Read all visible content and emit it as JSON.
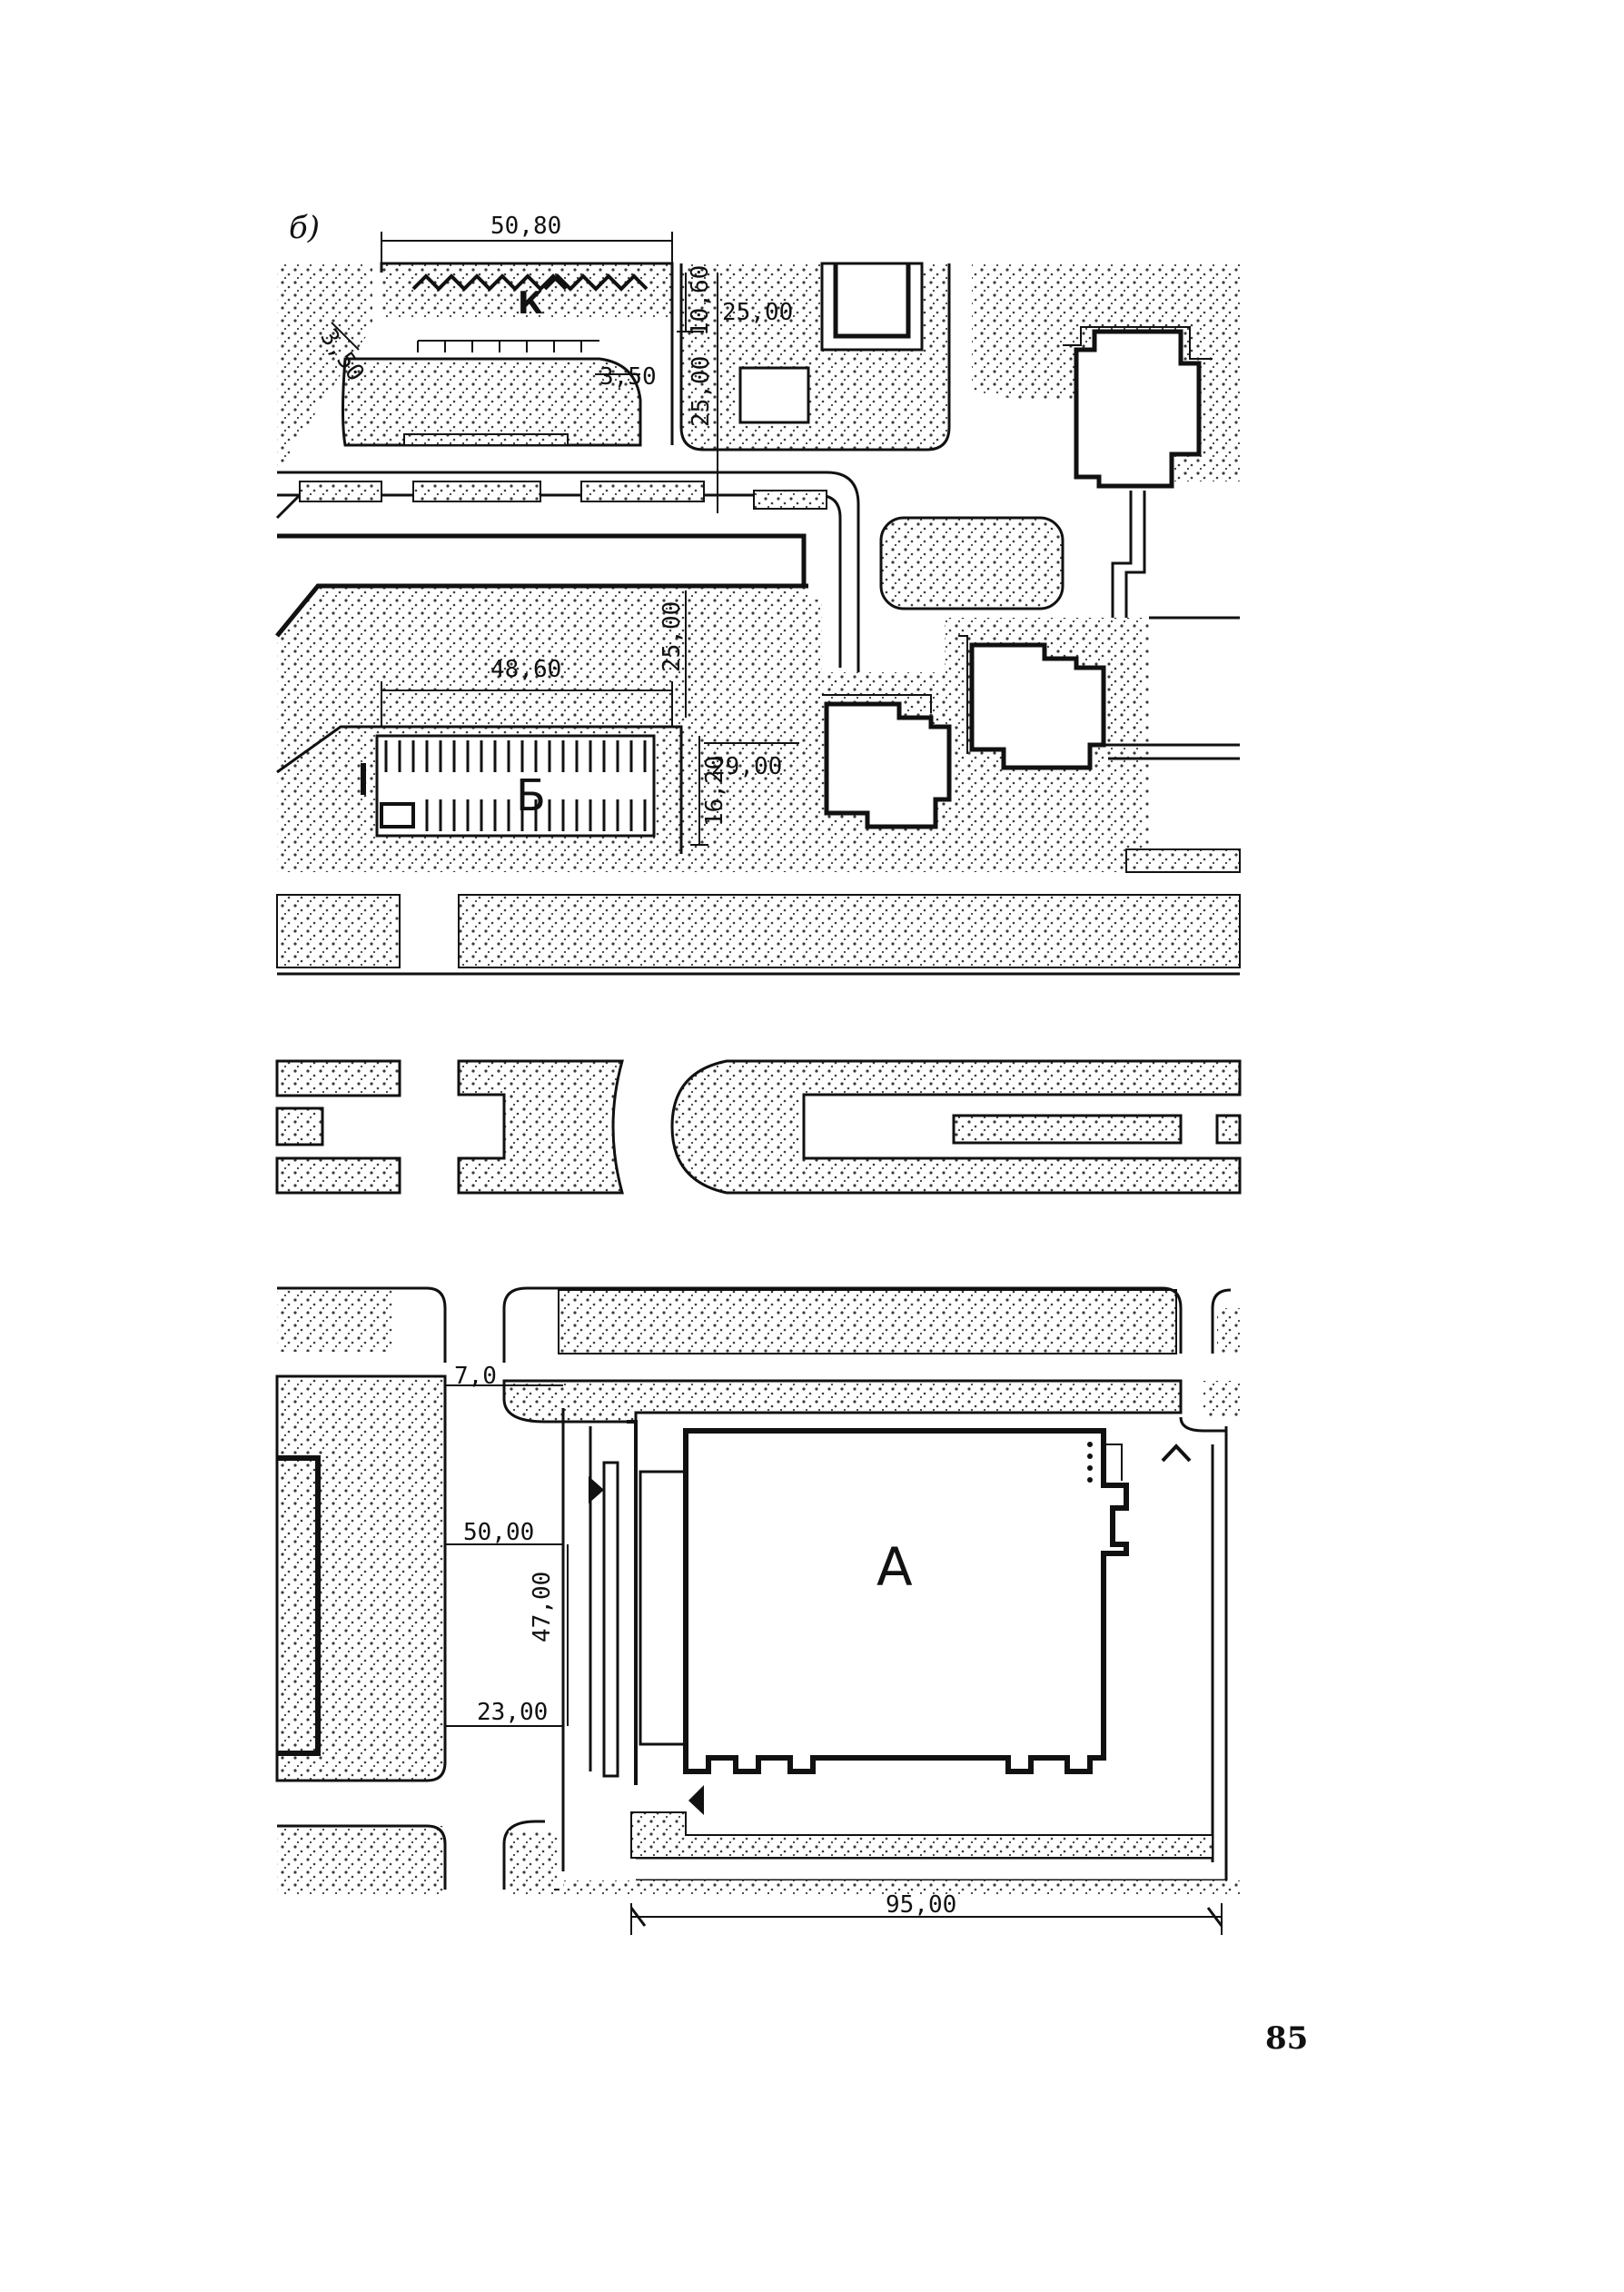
{
  "figure": {
    "label": "б)"
  },
  "labels": {
    "parking_k": "К",
    "parking_b": "Б",
    "building_a": "А"
  },
  "dimensions": {
    "top_width": "50,80",
    "diag_3_50": "3,50",
    "small_3_50": "3,50",
    "v_10_60": "10,60",
    "h_25_00_top": "25,00",
    "v_25_00_a": "25,00",
    "v_25_00_b": "25,00",
    "w_48_60": "48,60",
    "w_29_00": "29,00",
    "v_16_20": "16,20",
    "w_7_0": "7,0",
    "w_50_00": "50,00",
    "v_47_00": "47,00",
    "w_23_00": "23,00",
    "w_95_00": "95,00"
  },
  "page_number": "85",
  "colors": {
    "ink": "#111111",
    "stipple": "#3a3a3a",
    "paper": "#ffffff"
  }
}
